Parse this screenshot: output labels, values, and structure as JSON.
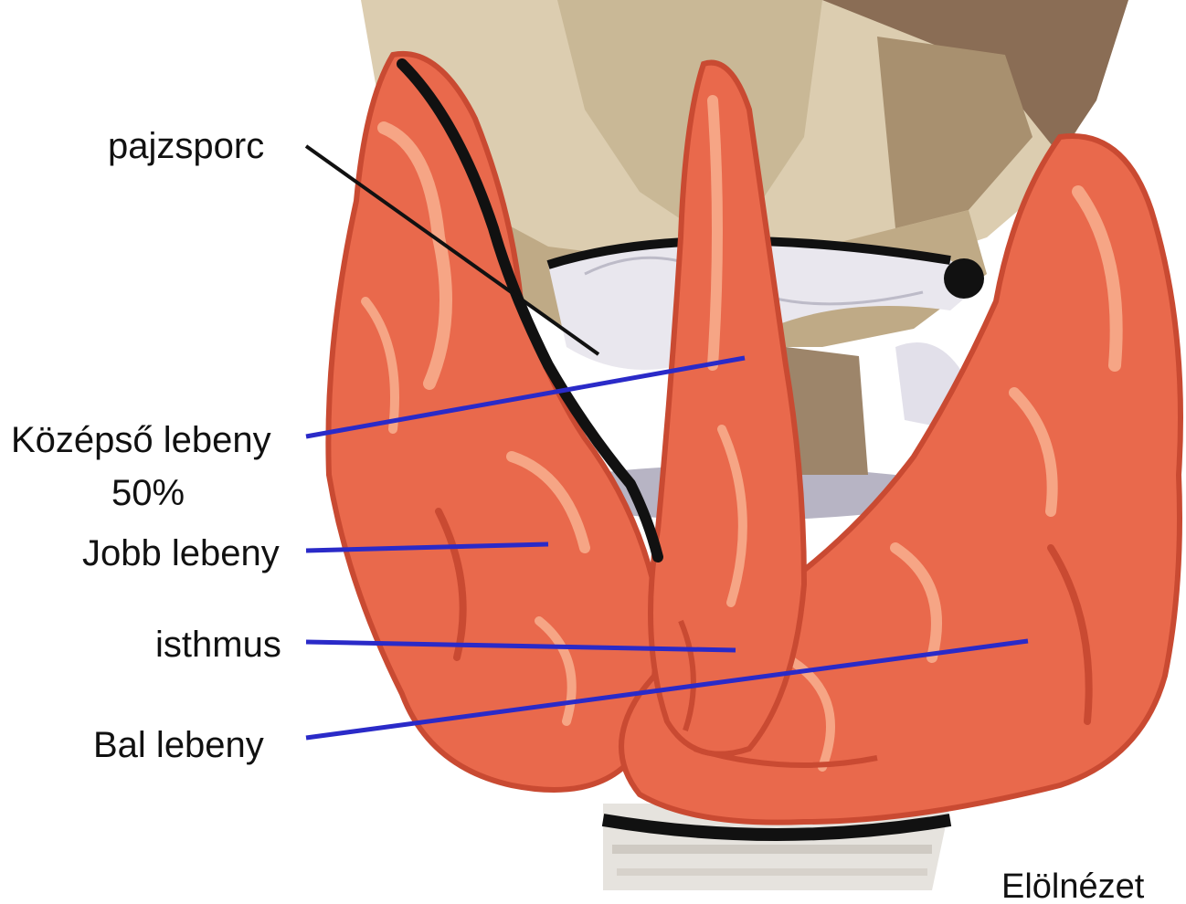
{
  "labels": {
    "pajzsporc": "pajzsporc",
    "kozepso_lebeny": "Középső lebeny",
    "percent": "50%",
    "jobb_lebeny": "Jobb lebeny",
    "isthmus": "isthmus",
    "bal_lebeny": "Bal lebeny",
    "view": "Elölnézet"
  },
  "colors": {
    "gland": "#e9694c",
    "gland_dark": "#c94a32",
    "gland_highlight": "#f6a585",
    "cartilage": "#dccdb0",
    "cartilage_shadow": "#b7a27e",
    "brown": "#8a6d55",
    "leader_blue": "#2a2ac8",
    "leader_black": "#111111",
    "trachea": "#e6e3de"
  }
}
